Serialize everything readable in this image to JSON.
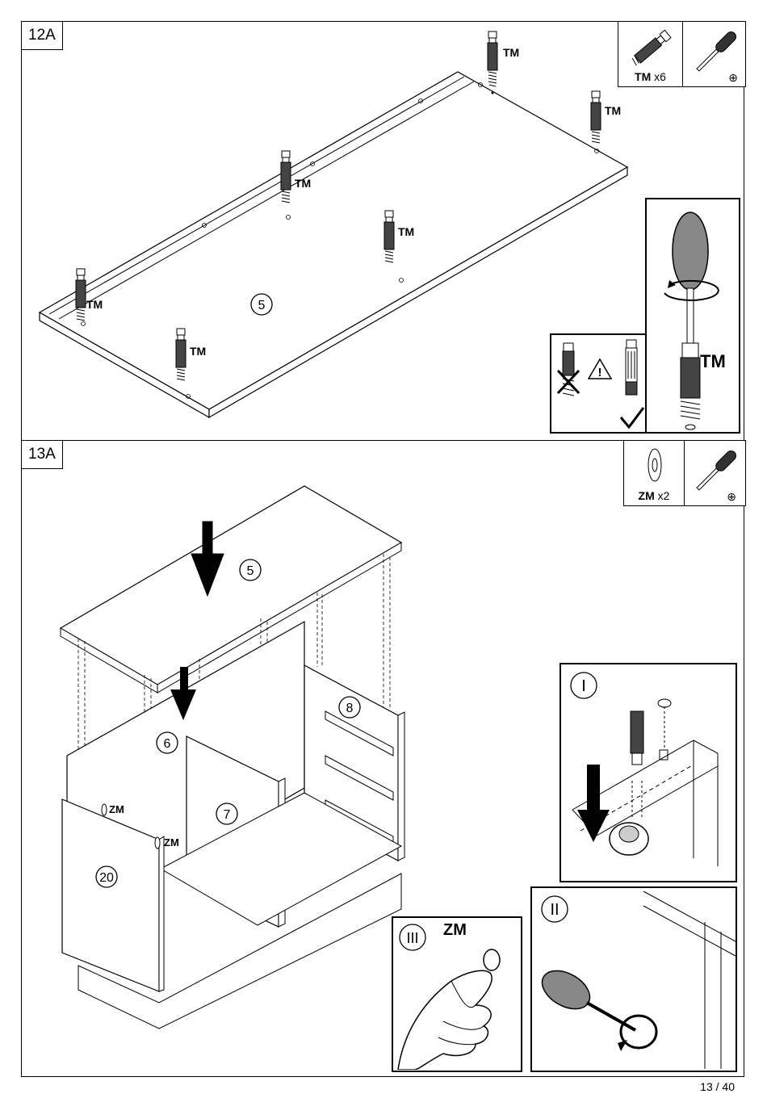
{
  "page": {
    "number": "13 / 40"
  },
  "step12": {
    "label": "12A",
    "fastener": {
      "code": "TM",
      "qty": "x6"
    },
    "tool_symbol": "⊕",
    "panel_part": "5",
    "callout": "TM"
  },
  "step13": {
    "label": "13A",
    "fastener": {
      "code": "ZM",
      "qty": "x2"
    },
    "tool_symbol": "⊕",
    "parts": {
      "top": "5",
      "back": "6",
      "divider": "7",
      "side": "8",
      "front_side": "20"
    },
    "zm_label": "ZM",
    "details": {
      "first": "I",
      "second": "II",
      "third": "III",
      "third_code": "ZM"
    }
  },
  "icons": [
    "screwdriver-icon",
    "dowel-icon",
    "cam-lock-icon",
    "warning-icon",
    "check-icon",
    "rotation-arrow-icon",
    "down-arrow-icon",
    "hand-icon"
  ]
}
